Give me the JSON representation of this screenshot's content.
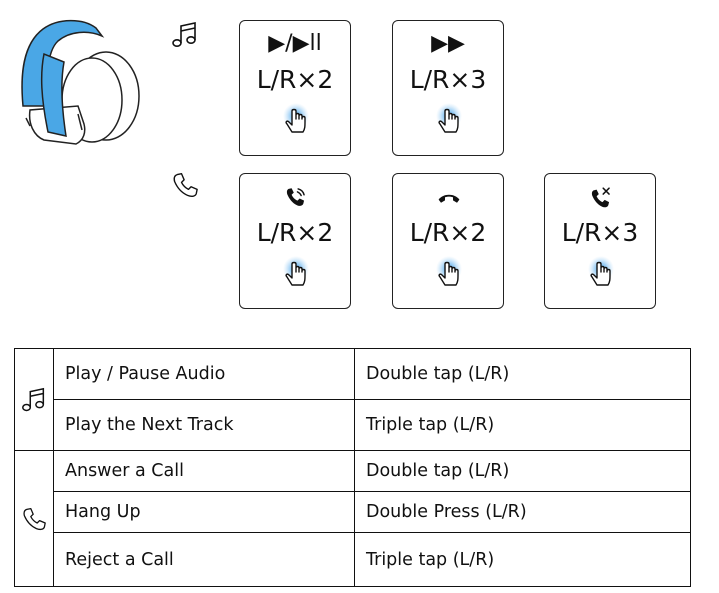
{
  "colors": {
    "headband": "#4aa7e6",
    "tap_glow": "#3d9be9",
    "line": "#222222"
  },
  "icons": {
    "music": "music-note-icon",
    "phone": "phone-icon",
    "tap": "finger-tap-icon"
  },
  "music_cards": [
    {
      "symbol": "▶/▶ll",
      "label": "L/R×2"
    },
    {
      "symbol": "▶▶",
      "label": "L/R×3"
    }
  ],
  "call_cards": [
    {
      "symbol": "answer-call-icon",
      "label": "L/R×2"
    },
    {
      "symbol": "hang-up-icon",
      "label": "L/R×2"
    },
    {
      "symbol": "reject-call-icon",
      "label": "L/R×3"
    }
  ],
  "table": {
    "music_rows": [
      {
        "action": "Play / Pause Audio",
        "gesture": "Double tap (L/R)"
      },
      {
        "action": "Play the Next Track",
        "gesture": "Triple tap (L/R)"
      }
    ],
    "call_rows": [
      {
        "action": "Answer a Call",
        "gesture": "Double tap (L/R)"
      },
      {
        "action": "Hang Up",
        "gesture": "Double Press (L/R)"
      },
      {
        "action": "Reject a Call",
        "gesture": "Triple tap (L/R)"
      }
    ]
  }
}
